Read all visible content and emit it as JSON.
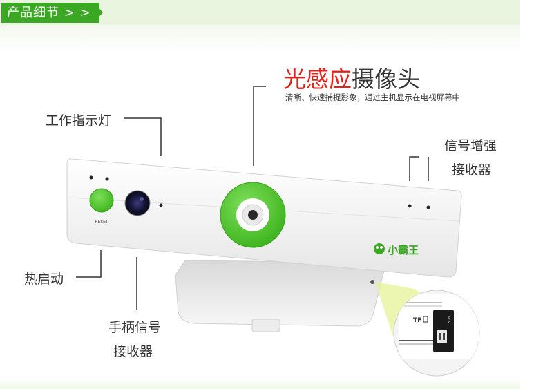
{
  "header": {
    "tab_label": "产品细节 > >"
  },
  "title": {
    "part1": "光感应",
    "part2": "摄像头",
    "subtitle": "清晰、快速捕捉影象，通过主机显示在电视屏幕中"
  },
  "callouts": {
    "indicator_light": "工作指示灯",
    "signal_line1": "信号增强",
    "signal_line2": "接收器",
    "hot_start": "热启动",
    "gamepad_line1": "手柄信号",
    "gamepad_line2": "接收器"
  },
  "device": {
    "reset_label": "RESET",
    "brand": "小霸王",
    "tf_label": "TF",
    "sd_label": "8GB"
  },
  "colors": {
    "accent_green": "#3aa823",
    "title_red": "#e0241c",
    "device_green": "#5cd13c"
  }
}
